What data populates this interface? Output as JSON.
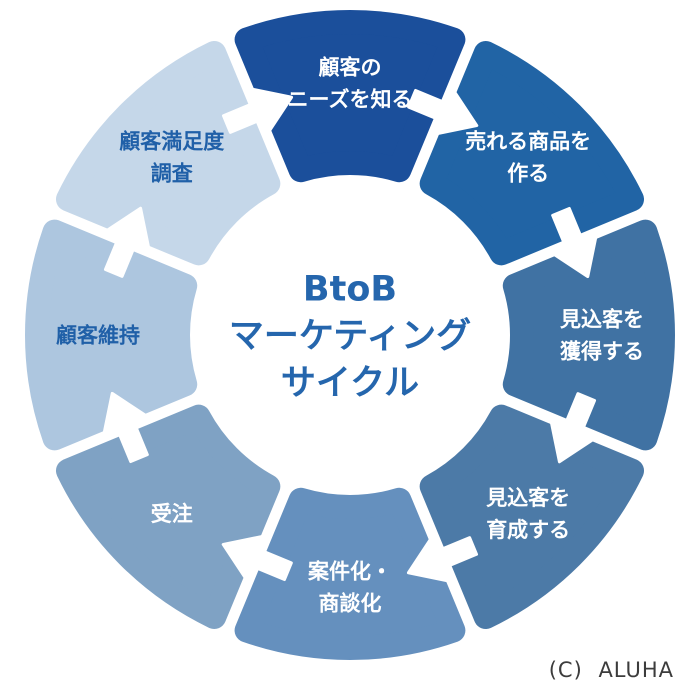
{
  "page": {
    "background_color": "#ffffff",
    "credit": "(C) ALUHA"
  },
  "diagram": {
    "type": "cycle",
    "direction": "clockwise",
    "arrow_color": "#ffffff",
    "gap_color": "#ffffff",
    "center_title": {
      "lines": [
        "BtoB",
        "マーケティング",
        "サイクル"
      ],
      "color": "#2566ad"
    },
    "segments": [
      {
        "id": "know-customer-needs",
        "lines": [
          "顧客の",
          "ニーズを知る"
        ],
        "color": "#1b4f9b",
        "text_color": "#ffffff"
      },
      {
        "id": "create-sellable-products",
        "lines": [
          "売れる商品を",
          "作る"
        ],
        "color": "#2164a5",
        "text_color": "#ffffff"
      },
      {
        "id": "acquire-prospects",
        "lines": [
          "見込客を",
          "獲得する"
        ],
        "color": "#4072a3",
        "text_color": "#ffffff"
      },
      {
        "id": "nurture-prospects",
        "lines": [
          "見込客を",
          "育成する"
        ],
        "color": "#4c7aa7",
        "text_color": "#ffffff"
      },
      {
        "id": "convert-to-deals",
        "lines": [
          "案件化・",
          "商談化"
        ],
        "color": "#6590be",
        "text_color": "#ffffff"
      },
      {
        "id": "receive-orders",
        "lines": [
          "受注"
        ],
        "color": "#7fa2c4",
        "text_color": "#ffffff"
      },
      {
        "id": "retain-customers",
        "lines": [
          "顧客維持"
        ],
        "color": "#adc6df",
        "text_color": "#2060a8"
      },
      {
        "id": "customer-satisfaction-survey",
        "lines": [
          "顧客満足度",
          "調査"
        ],
        "color": "#c5d7e9",
        "text_color": "#2060a8"
      }
    ]
  }
}
